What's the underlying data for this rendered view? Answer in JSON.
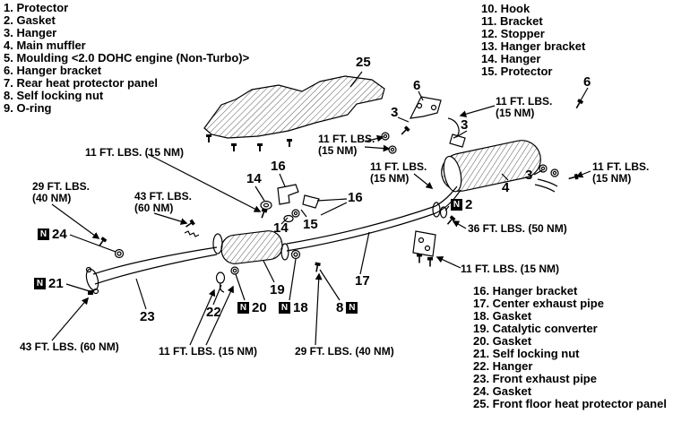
{
  "page": {
    "background": "#ffffff",
    "ink": "#000000"
  },
  "n_symbol": "N",
  "parts_left": [
    "1. Protector",
    "2. Gasket",
    "3. Hanger",
    "4. Main muffler",
    "5. Moulding <2.0 DOHC engine (Non-Turbo)>",
    "6. Hanger bracket",
    "7. Rear heat protector panel",
    "8. Self locking nut",
    "9. O-ring"
  ],
  "parts_right": [
    "10. Hook",
    "11. Bracket",
    "12. Stopper",
    "13. Hanger bracket",
    "14. Hanger",
    "15. Protector"
  ],
  "parts_bottom": [
    "16. Hanger bracket",
    "17. Center exhaust pipe",
    "18. Gasket",
    "19. Catalytic converter",
    "20. Gasket",
    "21. Self locking nut",
    "22. Hanger",
    "23. Front exhaust pipe",
    "24. Gasket",
    "25. Front floor heat protector panel"
  ],
  "torque_labels": [
    {
      "text": "11 FT. LBS. (15 NM)"
    },
    {
      "text": "29 FT. LBS.\n(40 NM)"
    },
    {
      "text": "43 FT. LBS.\n(60 NM)"
    },
    {
      "text": "11 FT. LBS.\n(15 NM)"
    },
    {
      "text": "11 FT. LBS.\n(15 NM)"
    },
    {
      "text": "11 FT. LBS.\n(15 NM)"
    },
    {
      "text": "11 FT. LBS.\n(15 NM)"
    },
    {
      "text": "36 FT. LBS. (50 NM)"
    },
    {
      "text": "11 FT. LBS. (15 NM)"
    },
    {
      "text": "43 FT. LBS. (60 NM)"
    },
    {
      "text": "11 FT. LBS. (15 NM)"
    },
    {
      "text": "29 FT. LBS. (40 NM)"
    }
  ],
  "callouts": [
    {
      "num": "25"
    },
    {
      "num": "6"
    },
    {
      "num": "3"
    },
    {
      "num": "3"
    },
    {
      "num": "6"
    },
    {
      "num": "3"
    },
    {
      "num": "4"
    },
    {
      "num": "16"
    },
    {
      "num": "14"
    },
    {
      "num": "16"
    },
    {
      "num": "14"
    },
    {
      "num": "15"
    },
    {
      "num": "2"
    },
    {
      "num": "24"
    },
    {
      "num": "21"
    },
    {
      "num": "17"
    },
    {
      "num": "19"
    },
    {
      "num": "18"
    },
    {
      "num": "8"
    },
    {
      "num": "20"
    },
    {
      "num": "22"
    },
    {
      "num": "23"
    }
  ]
}
